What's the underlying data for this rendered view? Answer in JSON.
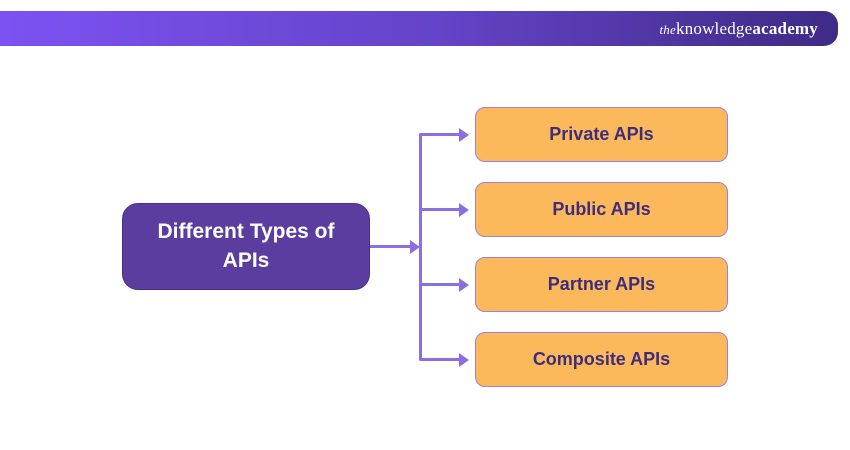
{
  "header": {
    "logo": {
      "the": "the",
      "knowledge": "knowledge",
      "academy": "academy"
    }
  },
  "diagram": {
    "root": {
      "label": "Different Types of APIs"
    },
    "nodes": [
      {
        "label": "Private APIs"
      },
      {
        "label": "Public APIs"
      },
      {
        "label": "Partner APIs"
      },
      {
        "label": "Composite APIs"
      }
    ]
  },
  "colors": {
    "banner_gradient_start": "#7c52f2",
    "banner_gradient_mid": "#6444c8",
    "banner_gradient_end": "#3e2b85",
    "root_fill": "#5a3d9e",
    "root_text": "#ffffff",
    "node_fill": "#fcb95c",
    "node_border": "#a07fd8",
    "node_text": "#3e2d7d",
    "connector": "#8a6ee2",
    "logo_text": "#ffffff",
    "background": "#ffffff"
  }
}
